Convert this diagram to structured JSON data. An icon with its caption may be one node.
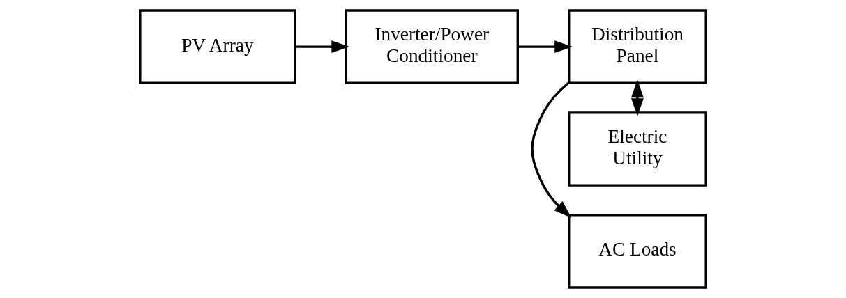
{
  "diagram": {
    "nodes": [
      {
        "text": [
          "PV Array"
        ]
      },
      {
        "text": [
          "Inverter/Power Conditioner"
        ]
      },
      {
        "text": [
          "Distribution Panel"
        ]
      },
      {
        "text": [
          "AC Loads"
        ]
      },
      {
        "text": [
          "Electric Utility"
        ]
      }
    ],
    "edges": [
      {
        "from": 0,
        "to": 1,
        "arrow": "to"
      },
      {
        "from": 1,
        "to": 2,
        "arrow": "to"
      },
      {
        "from": 2,
        "to": 3,
        "arrow": "to"
      },
      {
        "from": 2,
        "to": 4,
        "arrow": "both"
      }
    ]
  }
}
